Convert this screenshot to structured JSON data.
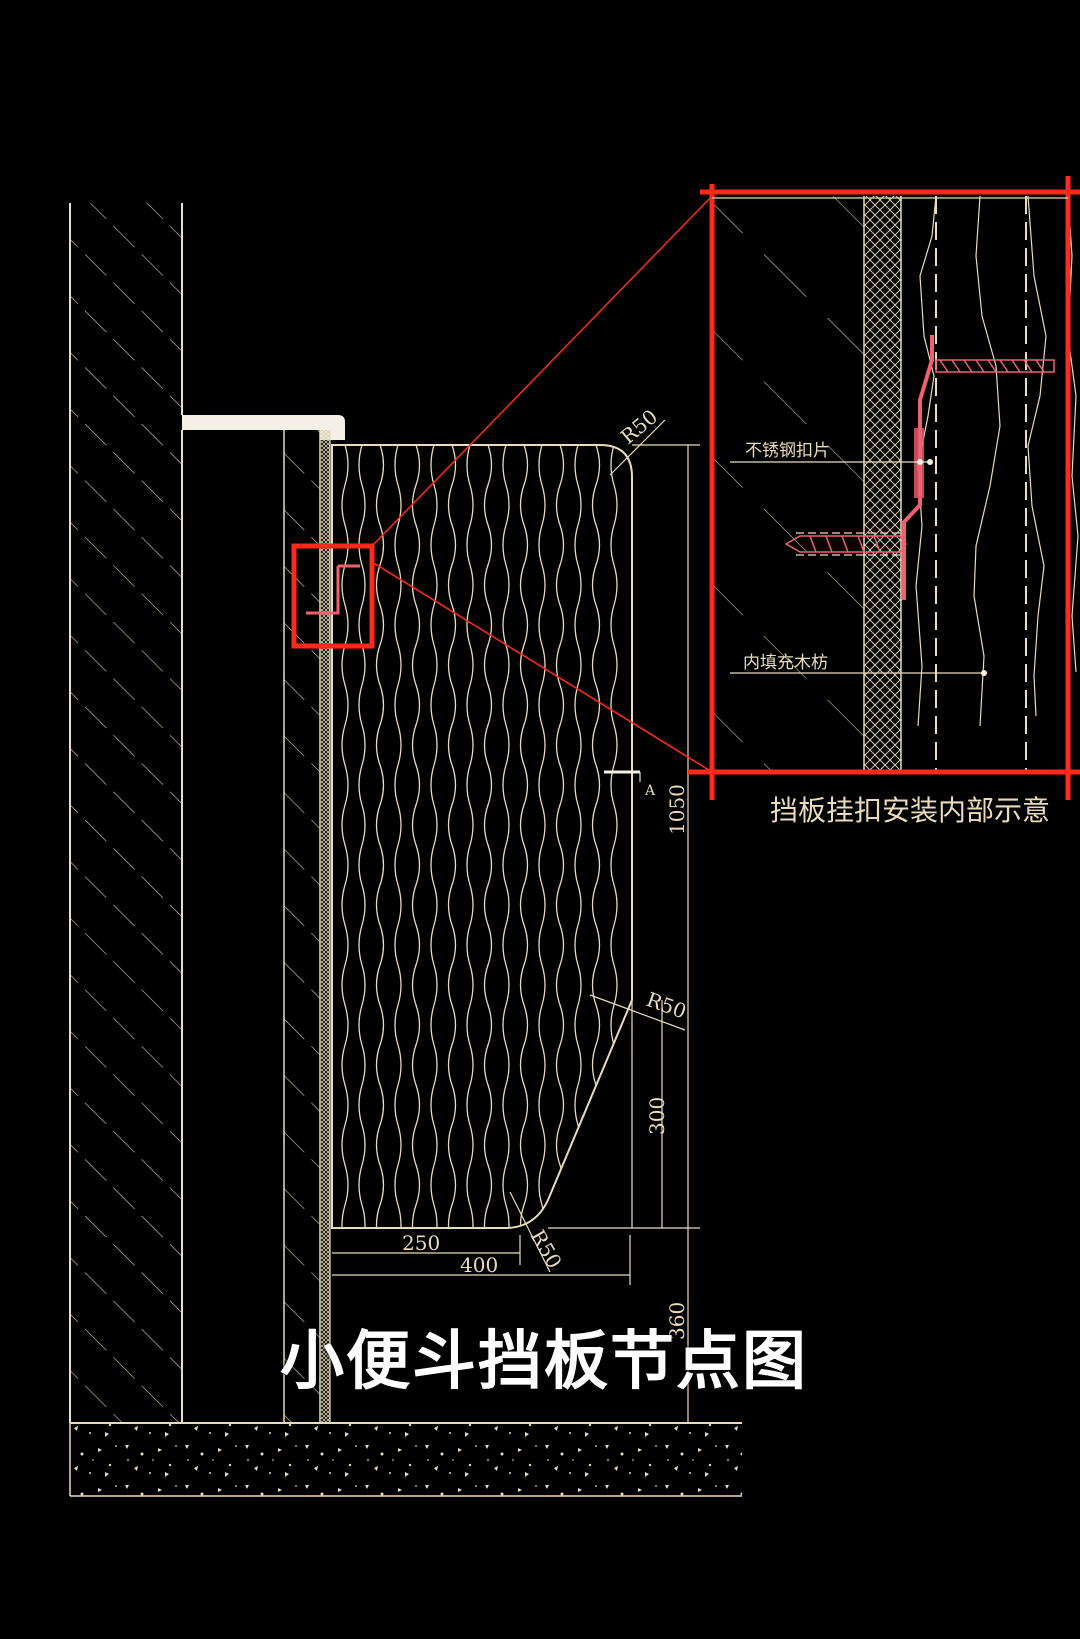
{
  "title": "小便斗挡板节点图",
  "detail_caption": "挡板挂扣安装内部示意",
  "labels": {
    "stainless_clip": "不锈钢扣片",
    "wood_fill": "内填充木枋",
    "section_mark": "A"
  },
  "dimensions": {
    "top_radius": "R50",
    "mid_radius": "R50",
    "bottom_radius": "R50",
    "height_upper": "1050",
    "height_lower": "300",
    "floor_clearance": "360",
    "width_bottom": "250",
    "width_total": "400"
  },
  "colors": {
    "line": "#e8dcbc",
    "highlight": "#ff2a1a",
    "detail_part": "#f06070",
    "background": "#000000"
  }
}
